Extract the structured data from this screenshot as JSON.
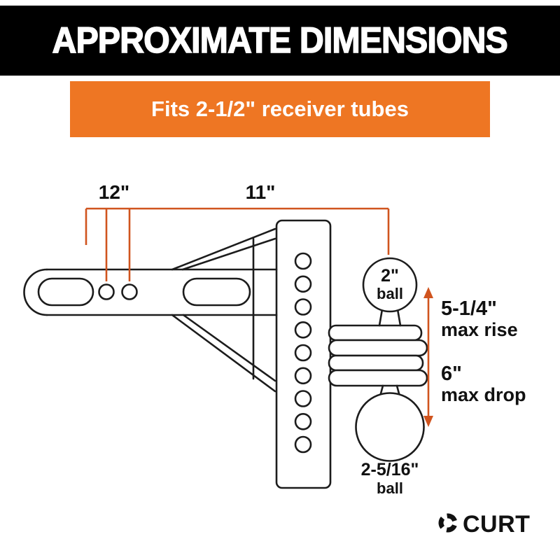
{
  "header": {
    "title": "APPROXIMATE DIMENSIONS",
    "bg_color": "#000000",
    "text_color": "#ffffff"
  },
  "banner": {
    "text": "Fits 2-1/2\" receiver tubes",
    "bg_color": "#EE7623",
    "text_color": "#ffffff"
  },
  "diagram": {
    "line_color": "#D0541E",
    "drawing_color": "#1c1c1c",
    "dim_12": "12\"",
    "dim_11": "11\"",
    "top_ball_size": "2\"",
    "top_ball_word": "ball",
    "max_rise_value": "5-1/4\"",
    "max_rise_label": "max rise",
    "max_drop_value": "6\"",
    "max_drop_label": "max drop",
    "bottom_ball_size": "2-5/16\"",
    "bottom_ball_word": "ball"
  },
  "logo": {
    "brand": "CURT"
  }
}
